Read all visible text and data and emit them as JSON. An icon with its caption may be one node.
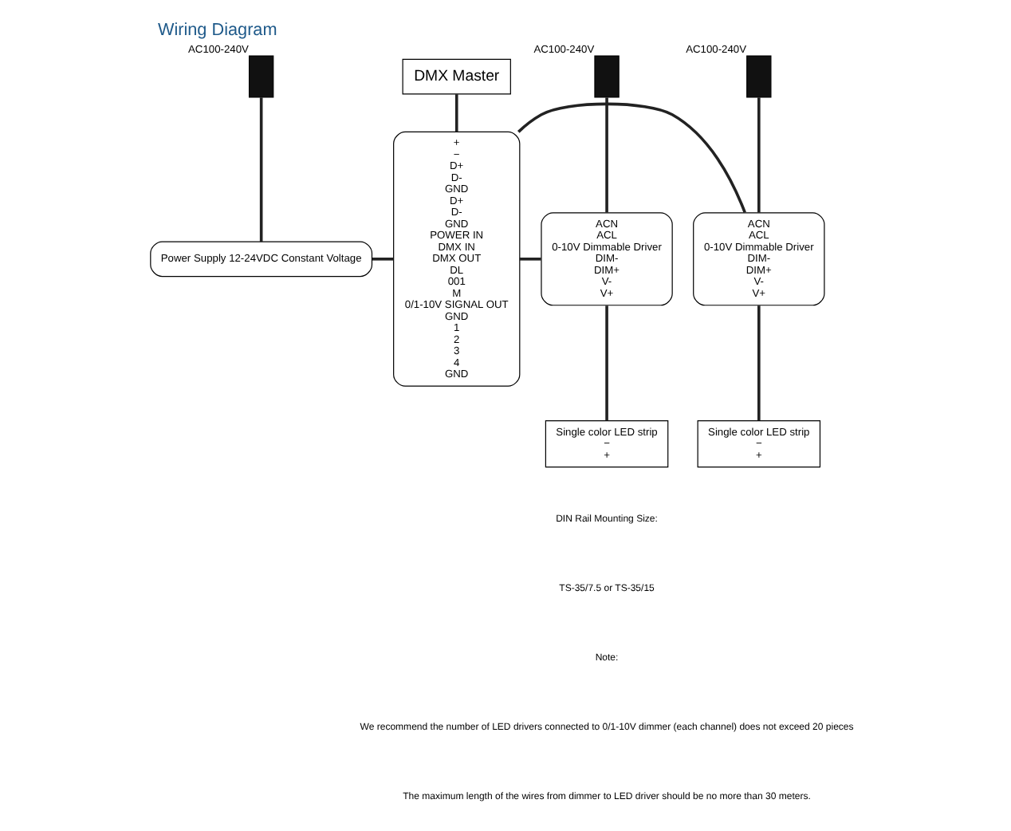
{
  "diagram": {
    "title": "Wiring Diagram",
    "nodes": [
      {
        "text": [
          "DMX Master"
        ]
      },
      {
        "text": [
          "+",
          "−",
          "D+",
          "D-",
          "GND",
          "D+",
          "D-",
          "GND",
          "POWER IN",
          "DMX IN",
          "DMX OUT",
          "DL",
          "001",
          "M",
          "0/1-10V SIGNAL OUT",
          "GND",
          "1",
          "2",
          "3",
          "4",
          "GND"
        ]
      },
      {
        "text": [
          "Power Supply 12-24VDC Constant Voltage"
        ]
      },
      {
        "text": [],
        "shape": "box",
        "beside": [
          "AC100-240V"
        ]
      },
      {
        "text": [],
        "shape": "box",
        "beside": [
          "AC100-240V"
        ]
      },
      {
        "text": [
          "ACN",
          "ACL",
          "0-10V Dimmable Driver",
          "DIM-",
          "DIM+",
          "V-",
          "V+"
        ]
      },
      {
        "text": [
          "Single color LED strip",
          "−",
          "+"
        ]
      },
      {
        "text": [],
        "shape": "box",
        "beside": [
          "AC100-240V"
        ]
      },
      {
        "text": [
          "ACN",
          "ACL",
          "0-10V Dimmable Driver",
          "DIM-",
          "DIM+",
          "V-",
          "V+"
        ]
      },
      {
        "text": [
          "Single color LED strip",
          "−",
          "+"
        ]
      }
    ],
    "edges": [
      {
        "from": 3,
        "to": 2,
        "arrow": "none"
      },
      {
        "from": 2,
        "to": 1,
        "arrow": "none"
      },
      {
        "from": 0,
        "to": 1,
        "arrow": "none"
      },
      {
        "from": 4,
        "to": 5,
        "arrow": "none"
      },
      {
        "from": 7,
        "to": 8,
        "arrow": "none"
      },
      {
        "from": 1,
        "to": 5,
        "arrow": "none"
      },
      {
        "from": 1,
        "to": 8,
        "arrow": "none"
      },
      {
        "from": 5,
        "to": 6,
        "arrow": "none"
      },
      {
        "from": 8,
        "to": 9,
        "arrow": "none"
      }
    ],
    "labels": [
      "DIN Rail Mounting Size:",
      "TS-35/7.5 or TS-35/15",
      "Note:",
      "We recommend the number of LED drivers connected to 0/1-10V dimmer (each channel) does not exceed 20 pieces",
      "The maximum length of the wires from dimmer to LED driver should be no more than 30 meters."
    ]
  }
}
